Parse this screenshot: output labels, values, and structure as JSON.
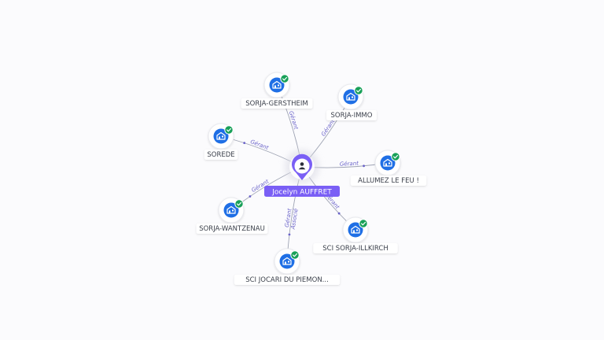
{
  "center": {
    "name": "Jocelyn AUFFRET",
    "icon": "person-icon"
  },
  "companies": [
    {
      "id": "sorja-gerstheim",
      "label": "SORJA-GERSTHEIM",
      "edge_label": "Gérant",
      "icon": "building-icon",
      "status": "verified"
    },
    {
      "id": "sorja-immo",
      "label": "SORJA-IMMO",
      "edge_label": "Gérant",
      "icon": "building-icon",
      "status": "verified"
    },
    {
      "id": "sorede",
      "label": "SOREDE",
      "edge_label": "Gérant",
      "icon": "building-icon",
      "status": "verified"
    },
    {
      "id": "allumez-le-feu",
      "label": "ALLUMEZ LE FEU !",
      "edge_label": "Gérant",
      "icon": "building-icon",
      "status": "verified"
    },
    {
      "id": "sorja-wantzenau",
      "label": "SORJA-WANTZENAU",
      "edge_label": "Gérant",
      "icon": "building-icon",
      "status": "verified"
    },
    {
      "id": "sci-sorja-illkirch",
      "label": "SCI SORJA-ILLKIRCH",
      "edge_label": "Gérant",
      "icon": "building-icon",
      "status": "verified"
    },
    {
      "id": "sci-jocari",
      "label": "SCI JOCARI DU PIEMON...",
      "edge_label": "Gérant\nAssocié",
      "icon": "building-icon",
      "status": "verified"
    }
  ],
  "colors": {
    "center_fill": "#7a5ff5",
    "center_label_bg": "#7a5ff5",
    "company_fill": "#1f6fe5",
    "badge_fill": "#18a058",
    "edge": "#9ea3b3",
    "edge_label": "#6a63c9"
  }
}
